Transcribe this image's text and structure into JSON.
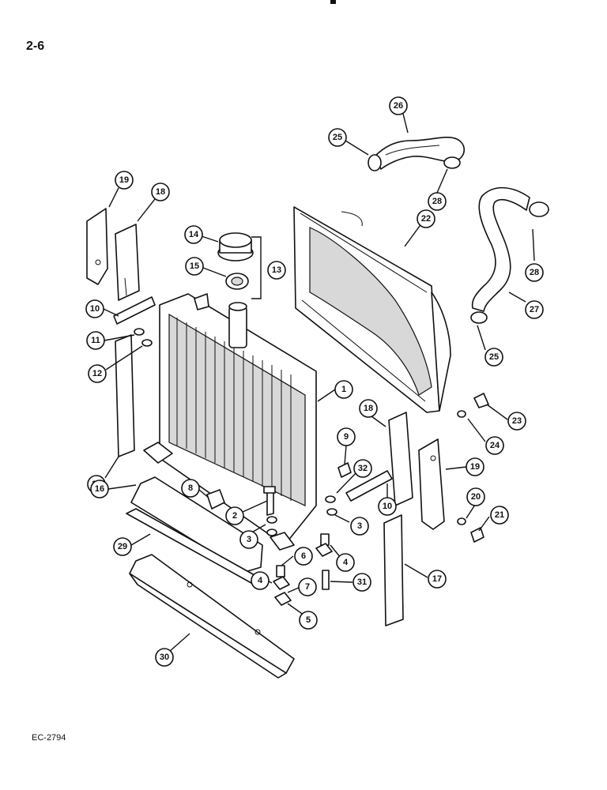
{
  "page_number": "2-6",
  "doc_code": "EC-2794",
  "callouts": [
    {
      "id": "c26",
      "label": "26"
    },
    {
      "id": "c25a",
      "label": "25"
    },
    {
      "id": "c28a",
      "label": "28"
    },
    {
      "id": "c22",
      "label": "22"
    },
    {
      "id": "c19a",
      "label": "19"
    },
    {
      "id": "c18a",
      "label": "18"
    },
    {
      "id": "c14",
      "label": "14"
    },
    {
      "id": "c15",
      "label": "15"
    },
    {
      "id": "c13",
      "label": "13"
    },
    {
      "id": "c28b",
      "label": "28"
    },
    {
      "id": "c27",
      "label": "27"
    },
    {
      "id": "c10a",
      "label": "10"
    },
    {
      "id": "c11",
      "label": "11"
    },
    {
      "id": "c12",
      "label": "12"
    },
    {
      "id": "c25b",
      "label": "25"
    },
    {
      "id": "c1",
      "label": "1"
    },
    {
      "id": "c18b",
      "label": "18"
    },
    {
      "id": "c23",
      "label": "23"
    },
    {
      "id": "c24",
      "label": "24"
    },
    {
      "id": "c9",
      "label": "9"
    },
    {
      "id": "c19b",
      "label": "19"
    },
    {
      "id": "c32",
      "label": "32"
    },
    {
      "id": "c17a",
      "label": "17"
    },
    {
      "id": "c8",
      "label": "8"
    },
    {
      "id": "c16",
      "label": "16"
    },
    {
      "id": "c2",
      "label": "2"
    },
    {
      "id": "c10b",
      "label": "10"
    },
    {
      "id": "c20",
      "label": "20"
    },
    {
      "id": "c21",
      "label": "21"
    },
    {
      "id": "c3a",
      "label": "3"
    },
    {
      "id": "c3b",
      "label": "3"
    },
    {
      "id": "c29",
      "label": "29"
    },
    {
      "id": "c6",
      "label": "6"
    },
    {
      "id": "c4b",
      "label": "4"
    },
    {
      "id": "c4a",
      "label": "4"
    },
    {
      "id": "c7",
      "label": "7"
    },
    {
      "id": "c31",
      "label": "31"
    },
    {
      "id": "c17b",
      "label": "17"
    },
    {
      "id": "c5",
      "label": "5"
    },
    {
      "id": "c30",
      "label": "30"
    }
  ]
}
